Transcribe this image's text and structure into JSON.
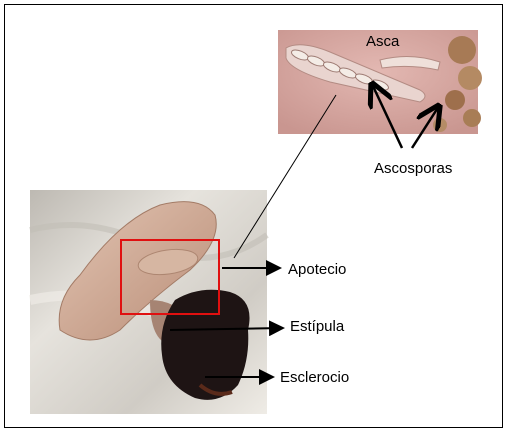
{
  "labels": {
    "asca": "Asca",
    "ascosporas": "Ascosporas",
    "apotecio": "Apotecio",
    "estipula": "Estípula",
    "esclerocio": "Esclerocio"
  },
  "colors": {
    "highlight_box": "#e01010",
    "micrograph_bg": "#d4a6a0",
    "specimen_bg": "#d9d6cf",
    "sclerotium": "#1e1414",
    "apothecium": "#c9a48e"
  },
  "images": {
    "micrograph": "micrograph-asci-ascospores",
    "specimen": "specimen-apothecium-sclerotium"
  }
}
